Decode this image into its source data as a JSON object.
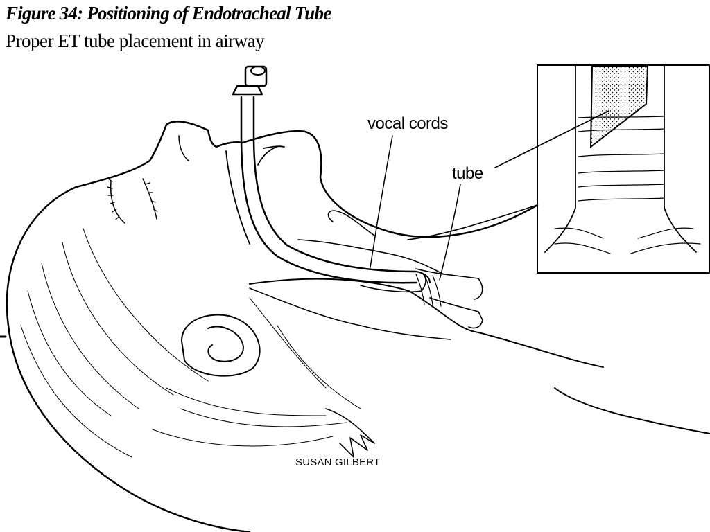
{
  "figure": {
    "title": "Figure 34: Positioning of Endotracheal Tube",
    "subtitle": "Proper ET tube placement in airway"
  },
  "labels": {
    "vocal_cords": "vocal cords",
    "tube": "tube",
    "artist_credit": "SUSAN GILBERT"
  },
  "colors": {
    "ink": "#000000",
    "background": "#ffffff"
  }
}
